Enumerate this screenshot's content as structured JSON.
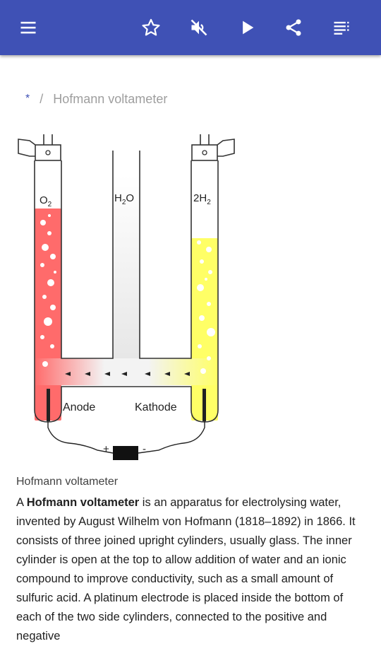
{
  "toolbar": {
    "menu_icon": "menu-icon",
    "favorite_icon": "star-outline-icon",
    "mute_icon": "volume-off-icon",
    "play_icon": "play-icon",
    "share_icon": "share-icon",
    "toc_icon": "list-icon",
    "accent": "#3f51b5"
  },
  "breadcrumb": {
    "home": "*",
    "separator": "/",
    "current": "Hofmann voltameter"
  },
  "figure": {
    "o2_label": "O",
    "o2_sub": "2",
    "h2o_label_h": "H",
    "h2o_sub": "2",
    "h2o_label_o": "O",
    "h2_label": "2H",
    "h2_sub": "2",
    "anode_label": "Anode",
    "kathode_label": "Kathode",
    "plus": "+",
    "minus": "-",
    "anode_color": "#ff6b6b",
    "kathode_color": "#ffff66"
  },
  "caption": "Hofmann voltameter",
  "article": {
    "lead": "A ",
    "bold_term": "Hofmann voltameter",
    "body": " is an apparatus for electrolysing water, invented by August Wilhelm von Hofmann (1818–1892) in 1866. It consists of three joined upright cylinders, usually glass. The inner cylinder is open at the top to allow addition of water and an ionic compound to improve conductivity, such as a small amount of sulfuric acid. A platinum electrode is placed inside the bottom of each of the two side cylinders, connected to the positive and negative"
  }
}
